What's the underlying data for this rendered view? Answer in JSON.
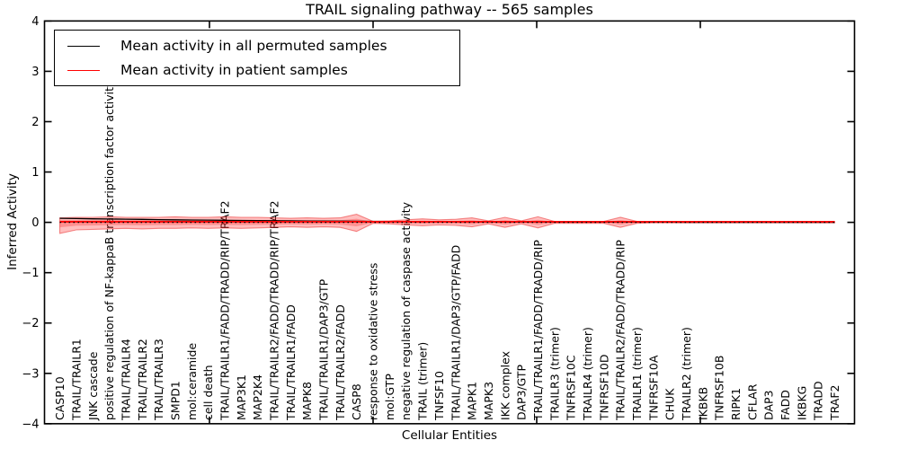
{
  "figure": {
    "title": "TRAIL signaling pathway -- 565 samples",
    "background_color": "#ffffff",
    "frame_color": "#000000"
  },
  "legend": {
    "entries": [
      {
        "label": "Mean activity in all permuted samples",
        "color": "#000000"
      },
      {
        "label": "Mean activity in patient samples",
        "color": "#ff0000"
      }
    ]
  },
  "chart_data": {
    "type": "line",
    "title": "TRAIL signaling pathway -- 565 samples",
    "xlabel": "Cellular Entities",
    "ylabel": "Inferred Activity",
    "ylim": [
      -4,
      4
    ],
    "grid": false,
    "legend_position": "upper left",
    "y_ticks": [
      {
        "value": 4,
        "label": "4"
      },
      {
        "value": 3,
        "label": "3"
      },
      {
        "value": 2,
        "label": "2"
      },
      {
        "value": 1,
        "label": "1"
      },
      {
        "value": 0,
        "label": "0"
      },
      {
        "value": -1,
        "label": "−1"
      },
      {
        "value": -2,
        "label": "−2"
      },
      {
        "value": -3,
        "label": "−3"
      },
      {
        "value": -4,
        "label": "−4"
      }
    ],
    "categories": [
      "CASP10",
      "TRAIL/TRAILR1",
      "JNK cascade",
      "positive regulation of NF-kappaB transcription factor activity",
      "TRAIL/TRAILR4",
      "TRAIL/TRAILR2",
      "TRAIL/TRAILR3",
      "SMPD1",
      "mol:ceramide",
      "cell death",
      "TRAIL/TRAILR1/FADD/TRADD/RIP/TRAF2",
      "MAP3K1",
      "MAP2K4",
      "TRAIL/TRAILR2/FADD/TRADD/RIP/TRAF2",
      "TRAIL/TRAILR1/FADD",
      "MAPK8",
      "TRAIL/TRAILR1/DAP3/GTP",
      "TRAIL/TRAILR2/FADD",
      "CASP8",
      "response to oxidative stress",
      "mol:GTP",
      "negative regulation of caspase activity",
      "TRAIL (trimer)",
      "TNFSF10",
      "TRAIL/TRAILR1/DAP3/GTP/FADD",
      "MAPK1",
      "MAPK3",
      "IKK complex",
      "DAP3/GTP",
      "TRAIL/TRAILR1/FADD/TRADD/RIP",
      "TRAILR3 (trimer)",
      "TNFRSF10C",
      "TRAILR4 (trimer)",
      "TNFRSF10D",
      "TRAIL/TRAILR2/FADD/TRADD/RIP",
      "TRAILR1 (trimer)",
      "TNFRSF10A",
      "CHUK",
      "TRAILR2 (trimer)",
      "IKBKB",
      "TNFRSF10B",
      "RIPK1",
      "CFLAR",
      "DAP3",
      "FADD",
      "IKBKG",
      "TRADD",
      "TRAF2"
    ],
    "series": [
      {
        "name": "Mean activity in all permuted samples",
        "color": "#000000",
        "style": "solid",
        "values": [
          0.08,
          0.075,
          0.07,
          0.066,
          0.062,
          0.058,
          0.054,
          0.05,
          0.047,
          0.044,
          0.041,
          0.038,
          0.035,
          0.032,
          0.03,
          0.027,
          0.025,
          0.023,
          0.021,
          0.019,
          0.017,
          0.015,
          0.014,
          0.012,
          0.011,
          0.01,
          0.009,
          0.008,
          0.007,
          0.007,
          0.006,
          0.005,
          0.005,
          0.004,
          0.004,
          0.003,
          0.003,
          0.003,
          0.002,
          0.002,
          0.002,
          0.002,
          0.002,
          0.002,
          0.002,
          0.002,
          0.002,
          0.002
        ]
      },
      {
        "name": "Mean activity in patient samples",
        "color": "#ff0000",
        "style": "solid",
        "values": [
          0.012,
          0.012,
          0.012,
          0.012,
          0.012,
          0.012,
          0.012,
          0.012,
          0.012,
          0.012,
          0.012,
          0.012,
          0.012,
          0.012,
          0.012,
          0.012,
          0.012,
          0.012,
          0.012,
          0.012,
          0.012,
          0.012,
          0.012,
          0.012,
          0.012,
          0.012,
          0.012,
          0.012,
          0.012,
          0.012,
          0.012,
          0.012,
          0.012,
          0.012,
          0.012,
          0.012,
          0.012,
          0.012,
          0.012,
          0.012,
          0.012,
          0.012,
          0.012,
          0.012,
          0.012,
          0.012,
          0.012,
          0.012
        ]
      },
      {
        "name": "zero reference",
        "color": "#000000",
        "style": "dotted",
        "values": [
          0,
          0,
          0,
          0,
          0,
          0,
          0,
          0,
          0,
          0,
          0,
          0,
          0,
          0,
          0,
          0,
          0,
          0,
          0,
          0,
          0,
          0,
          0,
          0,
          0,
          0,
          0,
          0,
          0,
          0,
          0,
          0,
          0,
          0,
          0,
          0,
          0,
          0,
          0,
          0,
          0,
          0,
          0,
          0,
          0,
          0,
          0,
          0
        ]
      }
    ],
    "band": {
      "name": "patient samples activity spread",
      "fill_color": "rgba(255,40,40,0.30)",
      "edge_color": "rgba(235,50,50,0.55)",
      "upper": [
        0.09,
        0.1,
        0.1,
        0.11,
        0.1,
        0.1,
        0.1,
        0.11,
        0.1,
        0.1,
        0.11,
        0.1,
        0.1,
        0.09,
        0.08,
        0.09,
        0.08,
        0.09,
        0.16,
        0.02,
        0.03,
        0.05,
        0.07,
        0.05,
        0.06,
        0.09,
        0.03,
        0.1,
        0.03,
        0.11,
        0.02,
        0.02,
        0.02,
        0.02,
        0.1,
        0.02,
        0.01,
        0.01,
        0.01,
        0.01,
        0.01,
        0.01,
        0.01,
        0.01,
        0.01,
        0.01,
        0.01,
        0.01
      ],
      "lower": [
        -0.22,
        -0.15,
        -0.14,
        -0.13,
        -0.12,
        -0.13,
        -0.12,
        -0.12,
        -0.11,
        -0.12,
        -0.11,
        -0.12,
        -0.11,
        -0.1,
        -0.09,
        -0.1,
        -0.09,
        -0.1,
        -0.18,
        -0.02,
        -0.03,
        -0.05,
        -0.07,
        -0.05,
        -0.06,
        -0.09,
        -0.03,
        -0.1,
        -0.03,
        -0.11,
        -0.02,
        -0.02,
        -0.02,
        -0.02,
        -0.1,
        -0.02,
        -0.01,
        -0.01,
        -0.01,
        -0.01,
        -0.01,
        -0.01,
        -0.01,
        -0.01,
        -0.01,
        -0.01,
        -0.01,
        -0.01
      ]
    }
  }
}
